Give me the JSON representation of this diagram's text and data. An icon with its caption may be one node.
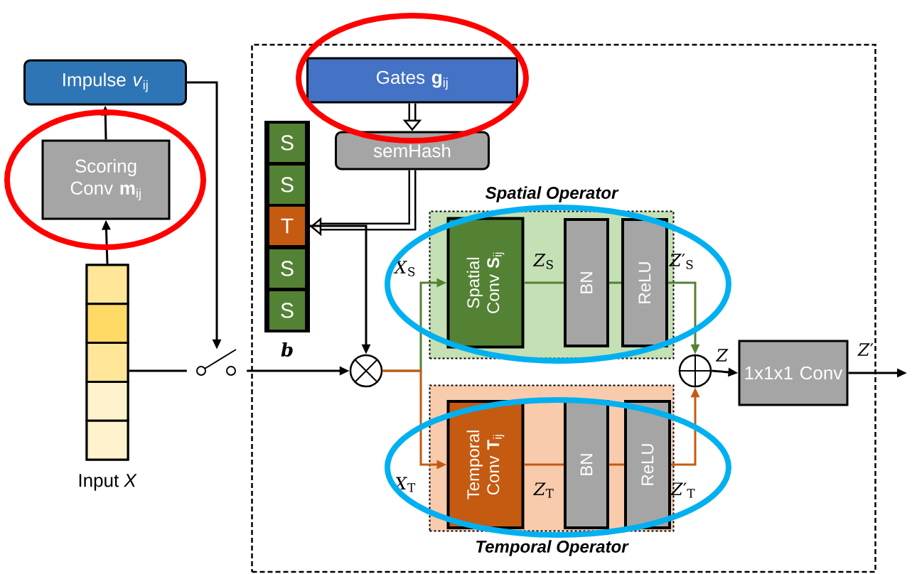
{
  "diagram": {
    "nodes": [
      {
        "text": [],
        "shape": "box"
      },
      {
        "text": [
          "Impulse *v*$_{ij}$"
        ]
      },
      {
        "text": [
          "Scoring Conv **m**$_{ij}$"
        ]
      },
      {
        "text": [
          "Input *X*"
        ]
      },
      {
        "text": [],
        "shape": "switch"
      },
      {
        "text": [
          "Gates **g**$_{ij}$"
        ],
        "in": 0
      },
      {
        "text": [
          "semHash"
        ],
        "in": 0
      },
      {
        "text": [
          "*b*"
        ],
        "in": 0
      },
      {
        "text": [
          "S"
        ],
        "in": 7
      },
      {
        "text": [
          "S"
        ],
        "in": 7
      },
      {
        "text": [
          "T"
        ],
        "in": 7
      },
      {
        "text": [
          "S"
        ],
        "in": 7
      },
      {
        "text": [
          "S"
        ],
        "in": 7
      },
      {
        "text": [],
        "shape": "circle",
        "in": 0
      },
      {
        "text": [
          "Spatial Operator"
        ],
        "in": 0
      },
      {
        "text": [
          "Spatial Conv **S**$_{ij}$"
        ],
        "in": 14
      },
      {
        "text": [
          "BN"
        ],
        "in": 14
      },
      {
        "text": [
          "ReLU"
        ],
        "in": 14
      },
      {
        "text": [
          "Temporal Operator"
        ],
        "in": 0
      },
      {
        "text": [
          "Temporal Conv **T**$_{ij}$"
        ],
        "in": 18
      },
      {
        "text": [
          "BN"
        ],
        "in": 18
      },
      {
        "text": [
          "ReLU"
        ],
        "in": 18
      },
      {
        "text": [],
        "shape": "circle",
        "in": 0
      },
      {
        "text": [
          "1x1x1 Conv"
        ],
        "in": 0
      }
    ],
    "edges": [
      {
        "from": 3,
        "to": 2,
        "arrow": "to"
      },
      {
        "from": 2,
        "to": 1,
        "arrow": "to"
      },
      {
        "from": 1,
        "to": 4,
        "arrow": "to"
      },
      {
        "from": 3,
        "to": 4,
        "arrow": "none"
      },
      {
        "from": 4,
        "to": 13,
        "arrow": "to"
      },
      {
        "from": 5,
        "to": 6,
        "arrow": "to",
        "style": "thick"
      },
      {
        "from": 6,
        "to": 7,
        "arrow": "to",
        "style": "thick"
      },
      {
        "from": 10,
        "to": 13,
        "arrow": "to"
      },
      {
        "from": 13,
        "to": 15,
        "arrow": "to",
        "label": "*X*$_{S}$",
        "color": "#548235"
      },
      {
        "from": 13,
        "to": 19,
        "arrow": "to",
        "label": "*X*$_{T}$",
        "color": "#c55a11"
      },
      {
        "from": 15,
        "to": 16,
        "arrow": "none",
        "label": "*Z*$_{S}$",
        "color": "#548235"
      },
      {
        "from": 16,
        "to": 17,
        "arrow": "none",
        "color": "#548235"
      },
      {
        "from": 17,
        "to": 22,
        "arrow": "to",
        "label": "*Z*′$_{S}$",
        "color": "#548235"
      },
      {
        "from": 19,
        "to": 20,
        "arrow": "none",
        "label": "*Z*$_{T}$",
        "color": "#c55a11"
      },
      {
        "from": 20,
        "to": 21,
        "arrow": "none",
        "color": "#c55a11"
      },
      {
        "from": 21,
        "to": 22,
        "arrow": "to",
        "label": "*Z*′$_{T}$",
        "color": "#c55a11"
      },
      {
        "from": 22,
        "to": 23,
        "arrow": "to",
        "label": "*Z*"
      },
      {
        "from": 23,
        "to": null,
        "arrow": "to",
        "label": "*Z*′"
      }
    ]
  }
}
